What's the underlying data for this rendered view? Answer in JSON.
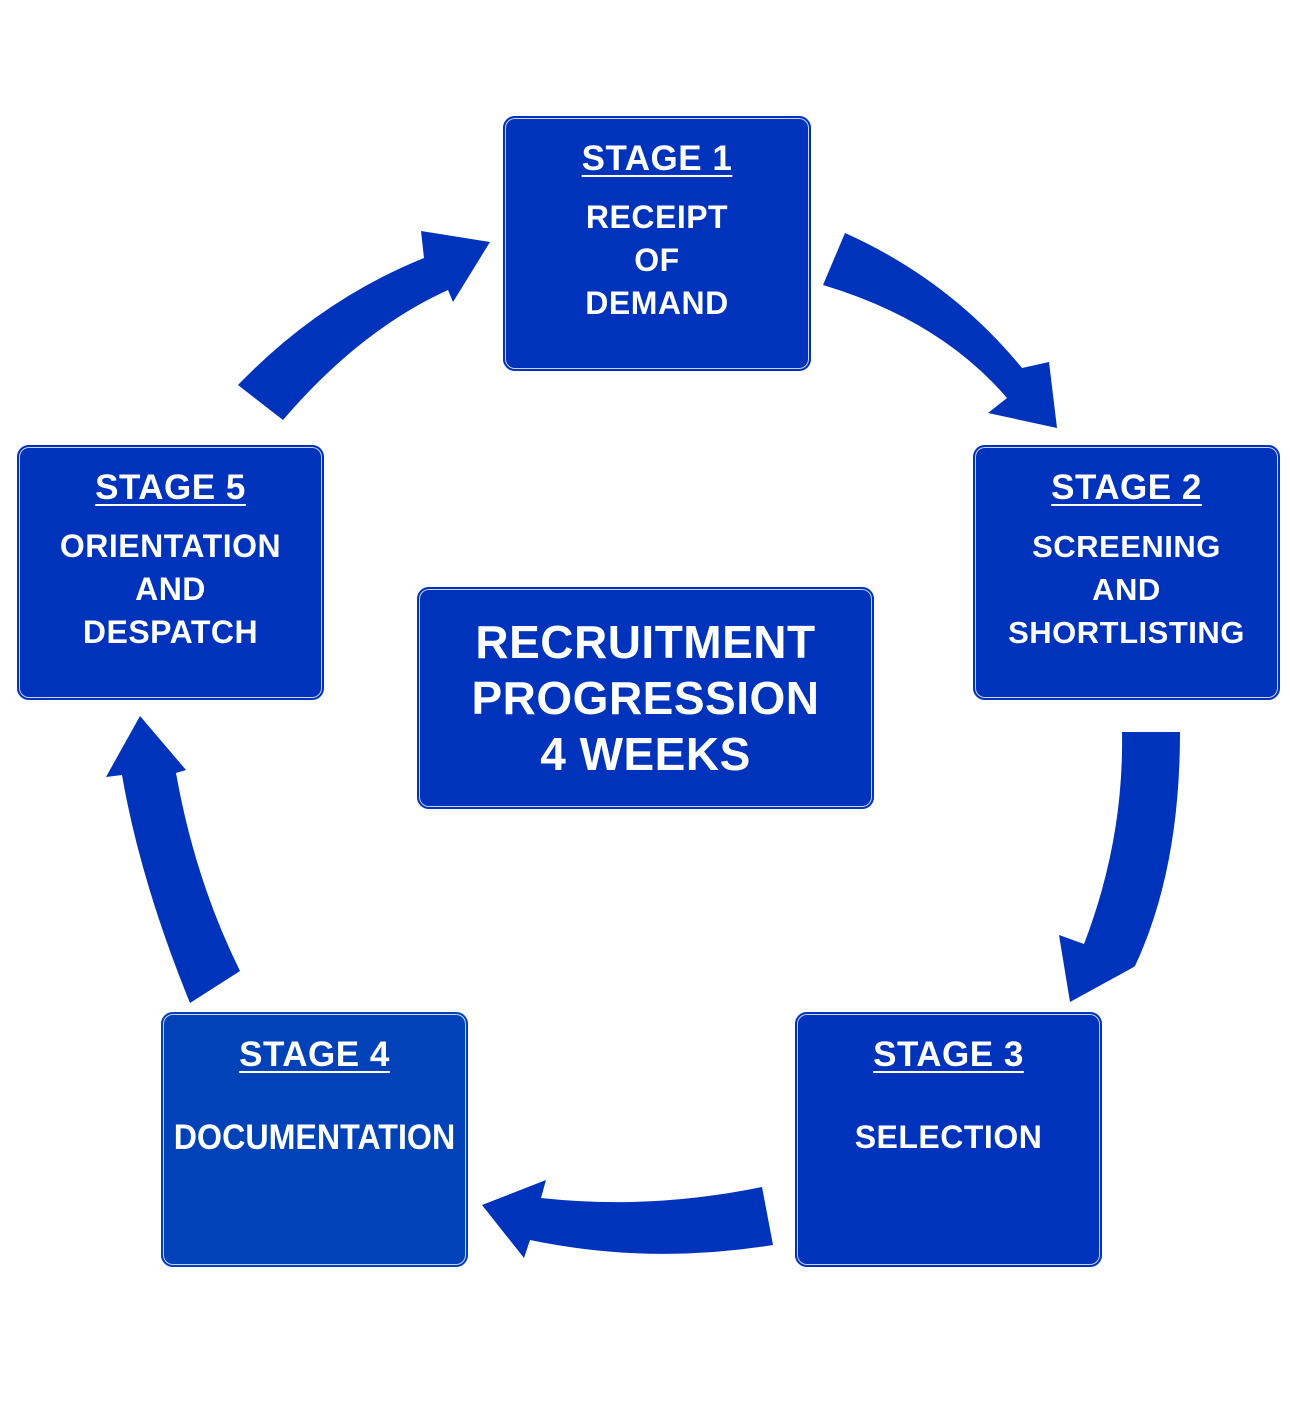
{
  "colors": {
    "box_fill": "#0033bb",
    "stage4_fill": "#0142b8",
    "arrow_fill": "#0033bb",
    "text": "#ffffff",
    "background": "#ffffff"
  },
  "center": {
    "lines": [
      "RECRUITMENT",
      "PROGRESSION",
      "4 WEEKS"
    ]
  },
  "stages": [
    {
      "title": "STAGE 1",
      "lines": [
        "RECEIPT",
        "OF",
        "DEMAND"
      ]
    },
    {
      "title": "STAGE 2",
      "lines": [
        "SCREENING",
        "AND",
        "SHORTLISTING"
      ]
    },
    {
      "title": "STAGE 3",
      "lines": [
        "SELECTION"
      ]
    },
    {
      "title": "STAGE 4",
      "lines": [
        "DOCUMENTATION"
      ]
    },
    {
      "title": "STAGE 5",
      "lines": [
        "ORIENTATION",
        "AND",
        "DESPATCH"
      ]
    }
  ]
}
